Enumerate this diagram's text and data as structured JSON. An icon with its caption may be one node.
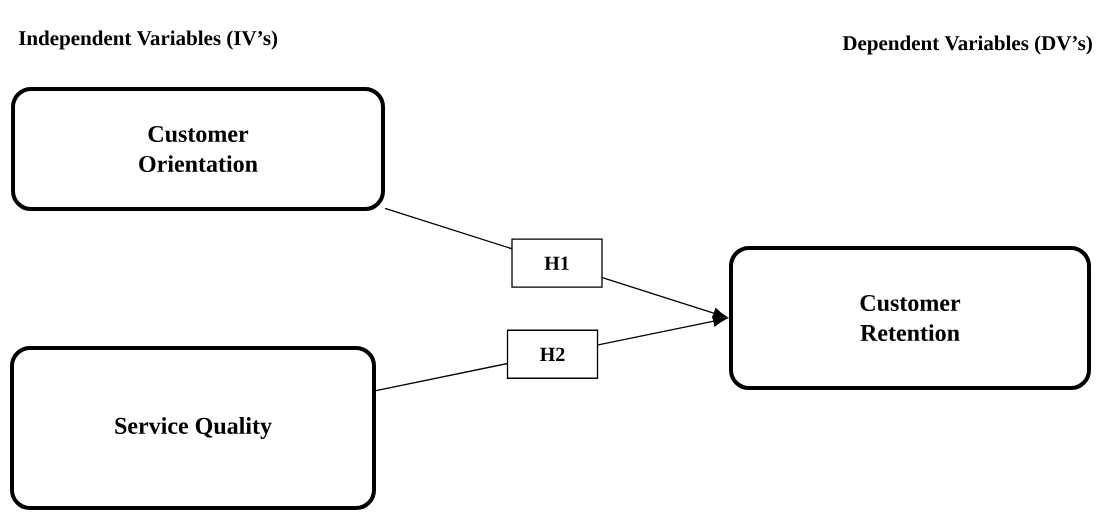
{
  "diagram": {
    "nodes": [
      {
        "text": [
          "Customer Orientation"
        ]
      },
      {
        "text": [
          "Service Quality"
        ]
      },
      {
        "text": [
          "Customer Retention"
        ]
      }
    ],
    "edges": [
      {
        "from": 0,
        "to": 2,
        "arrow": "to",
        "label": "H1"
      },
      {
        "from": 1,
        "to": 2,
        "arrow": "to",
        "label": "H2"
      }
    ],
    "labels": [
      "Independent Variables (IV’s)",
      "Dependent Variables (DV’s)"
    ]
  }
}
